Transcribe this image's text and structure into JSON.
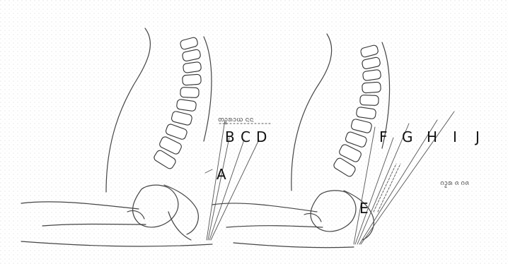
{
  "labels": {
    "a": "A",
    "b": "B",
    "c": "C",
    "d": "D",
    "e": "E",
    "f": "F",
    "g": "G",
    "h": "H",
    "i": "I",
    "j": "J"
  },
  "script_text": {
    "left": "ᨲᩣ᩠ᨾᩁᩣᨿ ᨶᨶ",
    "right": "ᨣᩣ᩠ᨾᩁ ᨩ ᨣᨩ"
  },
  "colors": {
    "paper": "#ffffff",
    "ink": "#333333",
    "label": "#111111"
  }
}
